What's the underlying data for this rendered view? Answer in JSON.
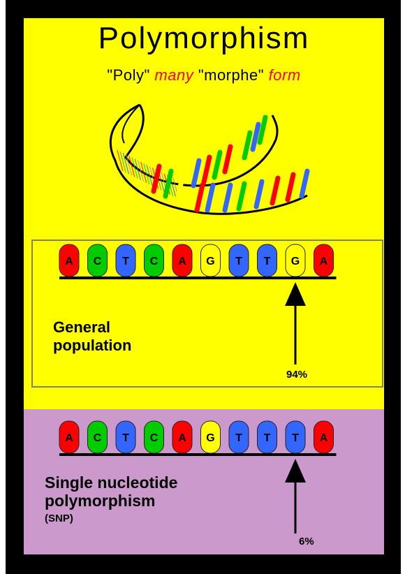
{
  "title": "Polymorphism",
  "subtitle": {
    "q1": "\"Poly\"",
    "w1": "many",
    "q2": "\"morphe\"",
    "w2": "form"
  },
  "general": {
    "sequence": [
      "A",
      "C",
      "T",
      "C",
      "A",
      "G",
      "T",
      "T",
      "G",
      "A"
    ],
    "label_line1": "General",
    "label_line2": "population",
    "percent": "94%"
  },
  "snp": {
    "sequence": [
      "A",
      "C",
      "T",
      "C",
      "A",
      "G",
      "T",
      "T",
      "T",
      "A"
    ],
    "label_line1": "Single nucleotide",
    "label_line2": "polymorphism",
    "label_line3": "(SNP)",
    "percent": "6%"
  },
  "colors": {
    "A": "#ff0000",
    "C": "#00cc00",
    "T": "#3366ff",
    "G": "#ffff00",
    "background_top": "#ffff00",
    "background_bottom": "#cc99cc"
  }
}
